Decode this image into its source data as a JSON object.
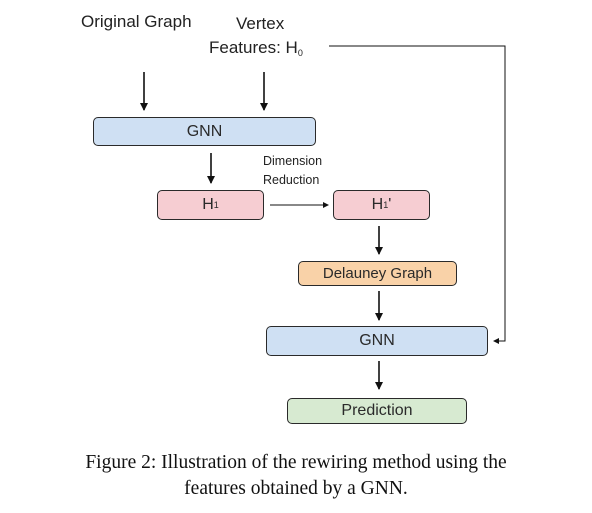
{
  "diagram": {
    "input_graph_label": "Original Graph",
    "vertex_label_line1": "Vertex",
    "vertex_label_line2": "Features: H",
    "vertex_label_sub": "0",
    "gnn_top": "GNN",
    "h1_main": "H",
    "h1_sub": "1",
    "dim_reduction_line1": "Dimension",
    "dim_reduction_line2": "Reduction",
    "h1prime_main": "H",
    "h1prime_sub": "1",
    "h1prime_suffix": "'",
    "delauney": "Delauney Graph",
    "gnn_bottom": "GNN",
    "prediction": "Prediction"
  },
  "caption": {
    "line1": "Figure 2: Illustration of the rewiring method using the",
    "line2": "features obtained by a GNN."
  },
  "colors": {
    "gnn": "#cfe0f3",
    "h_boxes": "#f6cdd2",
    "delauney": "#f9d2a8",
    "prediction": "#d7ead1"
  }
}
